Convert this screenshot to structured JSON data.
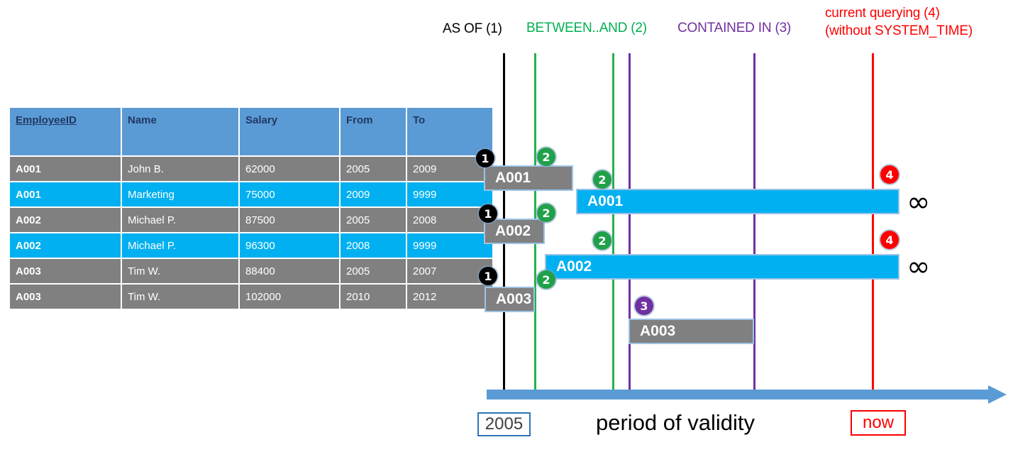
{
  "table": {
    "columns": [
      "EmployeeID",
      "Name",
      "Salary",
      "From",
      "To"
    ],
    "rows": [
      {
        "style": "gray",
        "cells": [
          "A001",
          "John  B.",
          "62000",
          "2005",
          "2009"
        ]
      },
      {
        "style": "cyan",
        "cells": [
          "A001",
          "Marketing",
          "75000",
          "2009",
          "9999"
        ]
      },
      {
        "style": "gray",
        "cells": [
          "A002",
          "Michael P.",
          "87500",
          "2005",
          "2008"
        ]
      },
      {
        "style": "cyan",
        "cells": [
          "A002",
          "Michael P.",
          "96300",
          "2008",
          "9999"
        ]
      },
      {
        "style": "gray",
        "cells": [
          "A003",
          "Tim W.",
          "88400",
          "2005",
          "2007"
        ]
      },
      {
        "style": "gray",
        "cells": [
          "A003",
          "Tim W.",
          "102000",
          "2010",
          "2012"
        ]
      }
    ]
  },
  "legend": {
    "as_of": "AS OF (1)",
    "between_and": "BETWEEN..AND (2)",
    "contained_in": "CONTAINED IN (3)",
    "current_line1": "current querying (4)",
    "current_line2": "(without SYSTEM_TIME)"
  },
  "bars": [
    {
      "label": "A001",
      "style": "gray"
    },
    {
      "label": "A001",
      "style": "cyan"
    },
    {
      "label": "A002",
      "style": "gray"
    },
    {
      "label": "A002",
      "style": "cyan"
    },
    {
      "label": "A003",
      "style": "gray"
    },
    {
      "label": "A003",
      "style": "gray"
    }
  ],
  "badges": {
    "b1": "1",
    "b2": "2",
    "b3": "3",
    "b4": "4"
  },
  "infinity_symbol": "∞",
  "axis": {
    "start_label": "2005",
    "center_label": "period of validity",
    "now_label": "now"
  },
  "colors": {
    "header_blue": "#5B9BD5",
    "row_gray": "#808080",
    "row_cyan": "#00B0F0",
    "green": "#00B050",
    "purple": "#7030A0",
    "red": "#FF0000",
    "black": "#000000"
  }
}
